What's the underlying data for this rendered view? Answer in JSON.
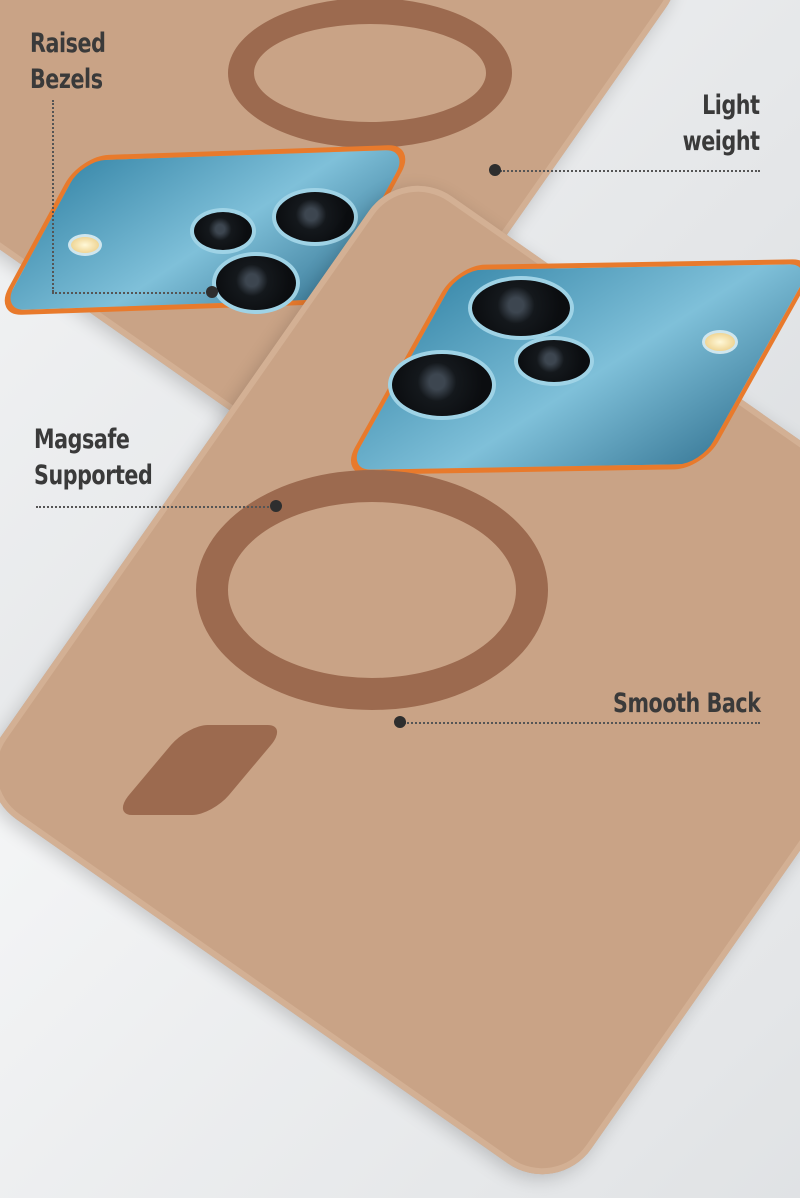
{
  "features": {
    "raised_bezels": [
      "Raised",
      "Bezels"
    ],
    "light_weight": [
      "Light",
      "weight"
    ],
    "magsafe": [
      "Magsafe",
      "Supported"
    ],
    "smooth_back": "Smooth Back"
  },
  "colors": {
    "case": "#c9a386",
    "ring": "#9c6a4f",
    "camera_trim": "#e87a2c",
    "camera_glass": "#5aa6c4"
  }
}
